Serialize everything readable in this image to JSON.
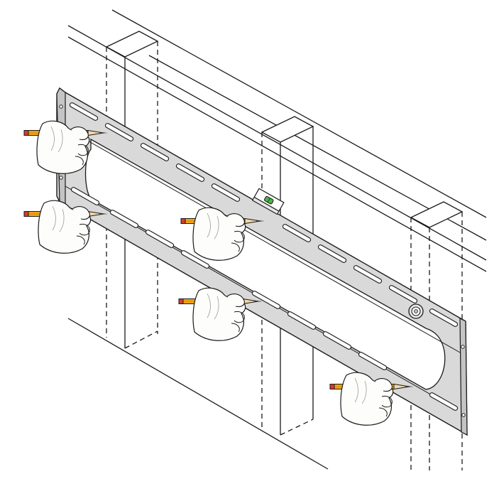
{
  "figure": {
    "kind": "installation-illustration",
    "colors": {
      "line": "#1a1a1a",
      "plate": "#d9d9d9",
      "plate_shade": "#c4c4c4",
      "slot": "#ffffff",
      "pencil_yellow": "#f2a516",
      "pencil_tip": "#e07a10",
      "pencil_red": "#d63b2f",
      "glove": "#fdfdfb",
      "level_bubble": "#47b647"
    },
    "icons": [
      "wall-studs",
      "wall-mount-plate",
      "spirit-level",
      "gloved-hand",
      "pencil",
      "bolt"
    ],
    "hand_count": 5
  }
}
